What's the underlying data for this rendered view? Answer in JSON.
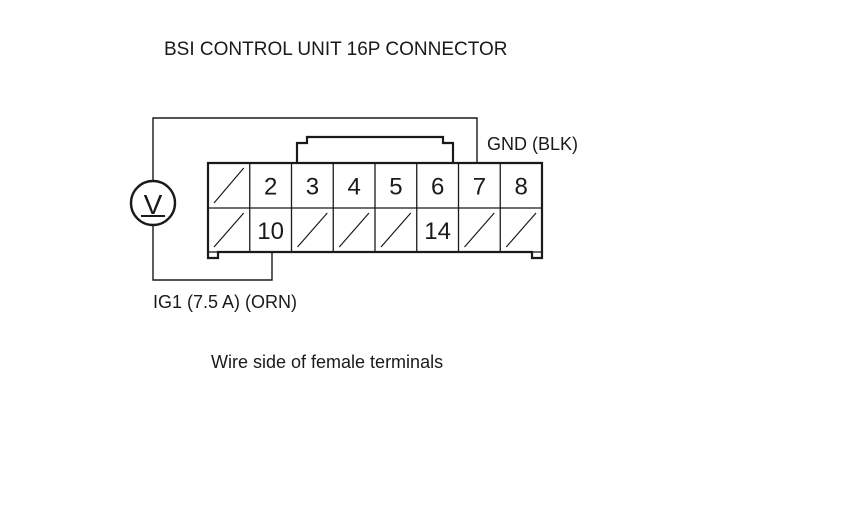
{
  "diagram": {
    "title": "BSI CONTROL UNIT 16P CONNECTOR",
    "gnd_label": "GND (BLK)",
    "ig1_label": "IG1 (7.5 A) (ORN)",
    "caption": "Wire side of female terminals",
    "meter_symbol": "V"
  },
  "connector": {
    "top_row": [
      "",
      "2",
      "3",
      "4",
      "5",
      "6",
      "7",
      "8"
    ],
    "bottom_row": [
      "",
      "10",
      "",
      "",
      "",
      "14",
      "",
      ""
    ]
  }
}
